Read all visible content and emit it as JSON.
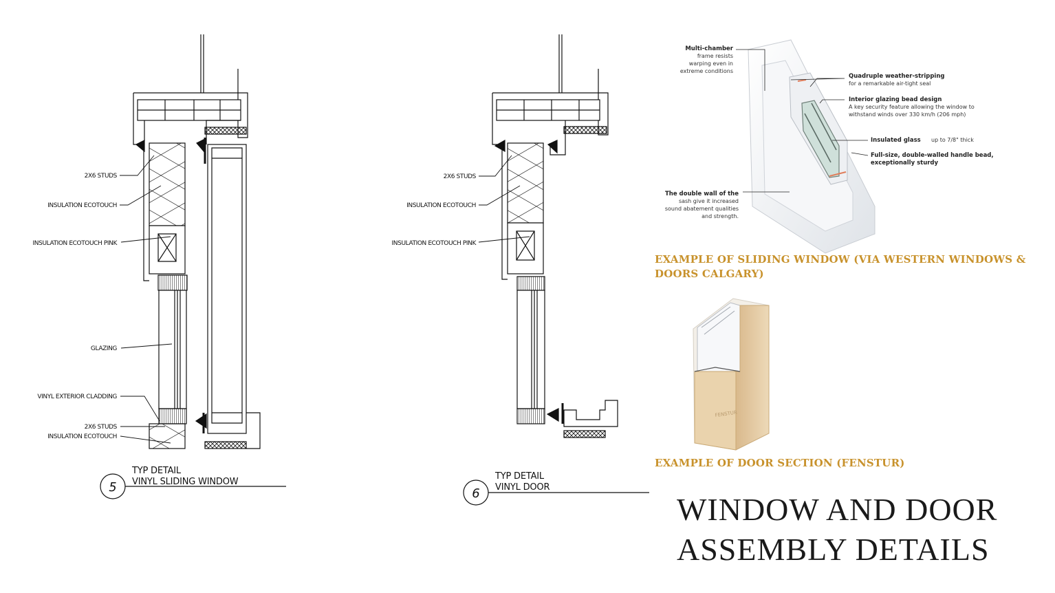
{
  "detail5": {
    "labels": [
      "2X6 STUDS",
      "INSULATION ECOTOUCH",
      "INSULATION ECOTOUCH PINK",
      "GLAZING",
      "VINYL EXTERIOR CLADDING",
      "2X6 STUDS",
      "INSULATION ECOTOUCH"
    ],
    "tag_number": "5",
    "tag_line1": "TYP DETAIL",
    "tag_line2": "VINYL SLIDING WINDOW"
  },
  "detail6": {
    "labels": [
      "2X6 STUDS",
      "INSULATION ECOTOUCH",
      "INSULATION ECOTOUCH PINK"
    ],
    "tag_number": "6",
    "tag_line1": "TYP DETAIL",
    "tag_line2": "VINYL DOOR"
  },
  "window_photo": {
    "callouts": {
      "frame": {
        "title": "Multi-chamber",
        "lines": [
          "frame resists",
          "warping even in",
          "extreme conditions"
        ]
      },
      "weather": {
        "title": "Quadruple weather-stripping",
        "lines": [
          "for a remarkable air-tight seal"
        ]
      },
      "bead": {
        "title": "Interior glazing bead design",
        "lines": [
          "A key security feature allowing the window to",
          "withstand winds over 330 km/h (206 mph)"
        ]
      },
      "glass": {
        "title": "Insulated glass",
        "lines": [
          "up to 7/8\" thick"
        ]
      },
      "handle": {
        "title": "Full-size, double-walled handle bead,",
        "lines": [
          "exceptionally sturdy"
        ]
      },
      "sash": {
        "title": "The double wall of the",
        "lines": [
          "sash give it increased",
          "sound abatement qualities",
          "and strength."
        ]
      }
    },
    "caption_line1": "EXAMPLE OF SLIDING WINDOW (VIA WESTERN WINDOWS &",
    "caption_line2": "DOORS CALGARY)"
  },
  "door_photo": {
    "brand": "FENSTUR",
    "caption": "EXAMPLE OF DOOR SECTION (FENSTUR)"
  },
  "title_line1": "WINDOW AND DOOR",
  "title_line2": "ASSEMBLY DETAILS",
  "colors": {
    "caption": "#c8922c",
    "line": "#111111",
    "vinyl": "#f4f5f7",
    "wood": "#e9d2ae"
  }
}
